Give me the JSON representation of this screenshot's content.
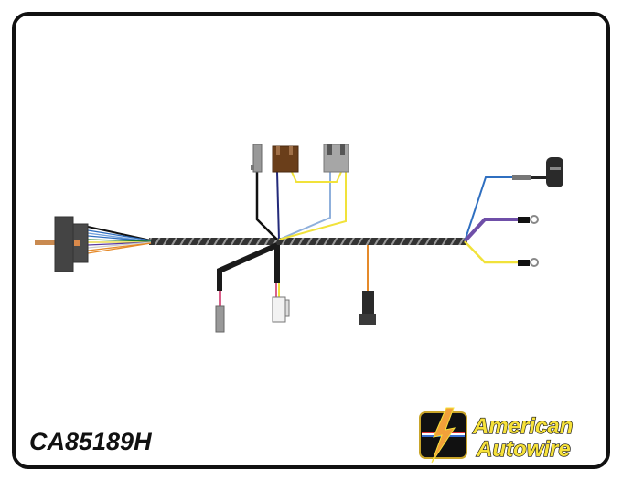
{
  "part_number": "CA85189H",
  "brand": {
    "line1": "American",
    "line2": "Autowire"
  },
  "colors": {
    "frame": "#111111",
    "harness": "#333333",
    "brand_yellow": "#f7e23a"
  },
  "wire_colors": [
    "black",
    "navy",
    "light-blue",
    "yellow",
    "pink",
    "orange",
    "blue",
    "purple",
    "green",
    "white"
  ]
}
